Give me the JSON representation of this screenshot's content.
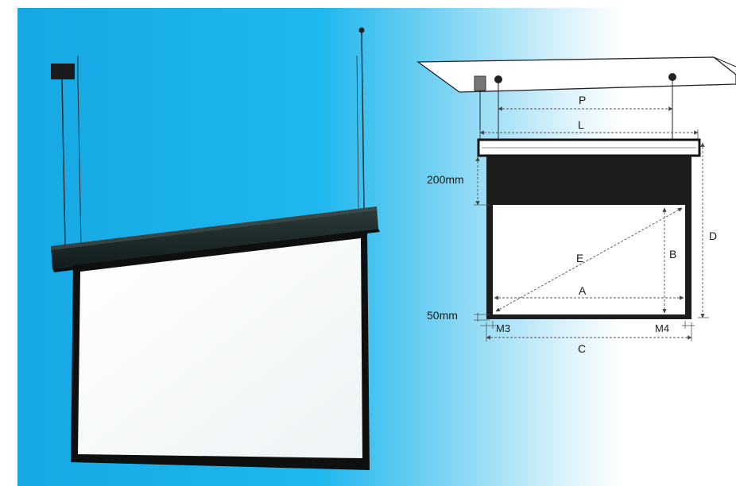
{
  "colors": {
    "bg_cyan": "#19b2ea",
    "bg_white": "#ffffff",
    "casing": "#1c2a2a",
    "screen": "#ffffff",
    "border": "#111111",
    "dim_line": "#555555"
  },
  "labels": {
    "P": "P",
    "L": "L",
    "top_drop": "200mm",
    "bottom_drop": "50mm",
    "diagonal": "E",
    "height": "B",
    "width": "A",
    "total_height": "D",
    "total_width": "C",
    "left_margin": "M3",
    "right_margin": "M4"
  }
}
